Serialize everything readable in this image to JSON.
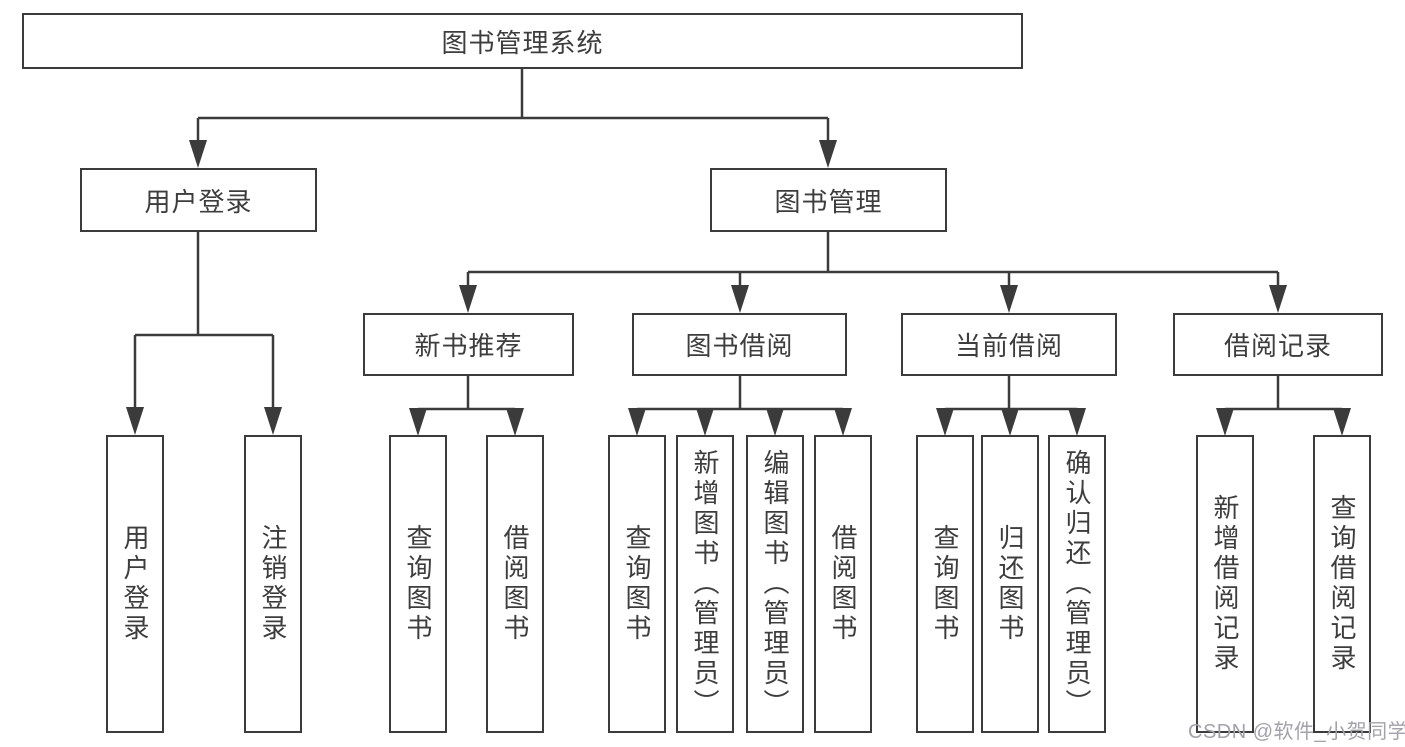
{
  "tree": {
    "root": {
      "label": "图书管理系统"
    },
    "branches": [
      {
        "label": "用户登录",
        "children": [
          "用户登录",
          "注销登录"
        ]
      },
      {
        "label": "图书管理",
        "sections": [
          {
            "label": "新书推荐",
            "children": [
              "查询图书",
              "借阅图书"
            ]
          },
          {
            "label": "图书借阅",
            "children": [
              "查询图书",
              "新增图书（管理员）",
              "编辑图书（管理员）",
              "借阅图书"
            ]
          },
          {
            "label": "当前借阅",
            "children": [
              "查询图书",
              "归还图书",
              "确认归还（管理员）"
            ]
          },
          {
            "label": "借阅记录",
            "children": [
              "新增借阅记录",
              "查询借阅记录"
            ]
          }
        ]
      }
    ]
  },
  "watermark": {
    "text": "CSDN @软件_小贺同学"
  },
  "colors": {
    "line": "#3b3b3b",
    "text": "#3d3d3d",
    "background": "#ffffff",
    "watermark": "#a2a2aa"
  }
}
